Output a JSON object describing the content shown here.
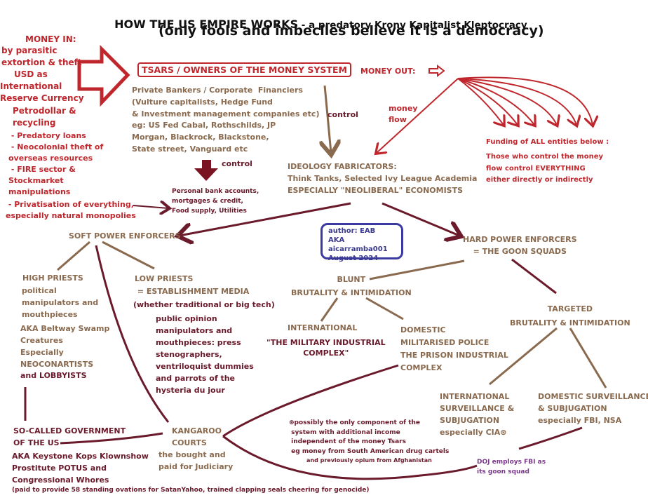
{
  "title": {
    "main": "HOW THE US EMPIRE WORKS",
    "subtitle": " - a predatory Krony Kapitalist Kleptocracy",
    "line2": "(only fools and imbeciles believe it is a democracy)"
  },
  "money_in": {
    "heading": "MONEY IN:",
    "lines": [
      "by parasitic",
      "extortion & theft",
      "USD as",
      "International",
      "Reserve Currency"
    ],
    "items": [
      "Petrodollar &\nrecycling",
      " - Predatory loans",
      " - Neocolonial theft of\noverseas resources",
      " - FIRE sector &\nStockmarket\nmanipulations",
      " - Privatisation of everything,\nespecially natural monopolies"
    ]
  },
  "tsars": {
    "label": "TSARS / OWNERS OF THE MONEY SYSTEM",
    "description": "Private Bankers / Corporate  Financiers\n(Vulture capitalists, Hedge Fund\n& Investment management companies etc)\neg: US Fed Cabal, Rothschilds, JP\nMorgan, Blackrock, Blackstone,\nState street, Vanguard etc"
  },
  "control_labels": {
    "down": "control",
    "right": "control"
  },
  "personal": "Personal bank accounts,\nmortgages & credit,\nFood supply, Utilities",
  "money_out": {
    "heading": "MONEY OUT:",
    "flow_label": "money\nflow",
    "funding": "Funding of ALL entities below :",
    "funding_note": "Those who control the money\nflow control EVERYTHING\neither directly or indirectly"
  },
  "ideology": {
    "heading": "IDEOLOGY FABRICATORS:",
    "lines": "Think Tanks, Selected Ivy League Academia\nESPECIALLY \"NEOLIBERAL\" ECONOMISTS"
  },
  "author": {
    "line1": "author: EAB",
    "line2": "AKA aicarramba001",
    "line3": "August 2024"
  },
  "soft_power": {
    "heading": "SOFT POWER ENFORCERS",
    "high_priests": {
      "heading": "HIGH PRIESTS",
      "desc": "political\nmanipulators and\nmouthpieces",
      "aka": "AKA Beltway Swamp\nCreatures\nEspecially\nNEOCONARTISTS",
      "lobby": "and LOBBYISTS"
    },
    "low_priests": {
      "heading": "LOW PRIESTS\n = ESTABLISHMENT MEDIA",
      "sub": "(whether traditional or big tech)",
      "desc": "public opinion\nmanipulators and\nmouthpieces: press\nstenographers,\nventriloquist dummies\nand parrots of the\nhysteria du jour"
    }
  },
  "hard_power": {
    "heading": "HARD POWER ENFORCERS\n= THE GOON SQUADS",
    "blunt": "BLUNT\nBRUTALITY & INTIMIDATION",
    "international": "INTERNATIONAL",
    "mic": "\"THE MILITARY INDUSTRIAL\nCOMPLEX\"",
    "domestic": "DOMESTIC\nMILITARISED POLICE\nTHE PRISON INDUSTRIAL\nCOMPLEX",
    "targeted": "TARGETED\nBRUTALITY & INTIMIDATION",
    "intl_surveillance": "INTERNATIONAL\nSURVEILLANCE &\nSUBJUGATION\nespecially CIA⊛",
    "dom_surveillance": "DOMESTIC SURVEILLANCE\n& SUBJUGATION\nespecially FBI, NSA"
  },
  "government": {
    "heading": "SO-CALLED GOVERNMENT\nOF THE US",
    "aka": "AKA Keystone Kops Klownshow\nProstitute POTUS and\nCongressional Whores",
    "footer": "(paid to provide 58 standing ovations for SatanYahoo, trained clapping seals cheering for genocide)"
  },
  "courts": {
    "heading": "KANGAROO\nCOURTS",
    "desc": "the bought and\npaid for Judiciary"
  },
  "cia_note": {
    "main": "⊛possibly the only component of the\n system with additional income\n independent of the money Tsars\n eg money from South American drug cartels",
    "small": "and previously opium from Afghanistan"
  },
  "doj_note": "DOJ employs FBI as\nits goon squad"
}
